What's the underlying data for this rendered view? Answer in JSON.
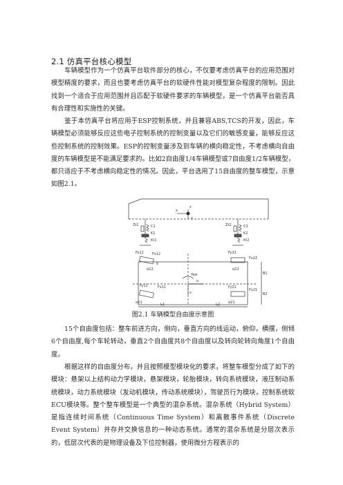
{
  "section": {
    "heading": "2.1 仿真平台核心模型"
  },
  "paragraphs": [
    "车辆模型作为一个仿真平台软件部分的核心，不仅要考虑仿真平台的应用范围对模型精度的要求，而且也要考虑仿真平台的软硬件性能对模型复杂程度的限制。因此找到一个适合于应用范围并且匹配于软硬件要求的车辆模型，是一个仿真平台能否具有合理性和实施性的关键。",
    "鉴于本仿真平台将应用于ESP控制系统，并且兼容ABS,TCS的开发，因此，车辆模型必须能够反应这些电子控制系统的控制变量以及它们的敏感变量，能够反应这些控制系统的控制效果。ESP的控制变量涉及到车辆的横向稳定性，不考虑横向自由度的车辆模型是不能满足要求的。比如2自由度1/4车辆模型或7自由度1/2车辆模型，都只适应于不考虑横向稳定性的情况。因此，平台选用了15自由度的整车模型，示意如图2.1。",
    "15个自由度包括：整车前进方向，侧向，垂直方向的线运动，俯仰，横摆，侧倾6个自由度,每个车轮转动，垂直2个自由度共8个自由度以及转向轮转向角度1个自由度。",
    "根据这样的自由度分布，并且按照模型模块化的要求，将整车模型分成了如下的模块：悬架以上结构动力学模块，悬架模块，轮胎模块，转向系统模块，液压制动系统模块，动力系统模块（发动机模块，传动系统模块），驾驶员行为模块，控制系统软ECU模块等。整个整车模型是一个典型的混杂系统。混杂系统（Hybrid System）是指连续时间系统（Continuous Time System）和离散事件系统（Discrete Event System）并存并交换信息的一种动态系统。通常的混杂系统是分层次表示的，低层次代表的是物理设备及下位控制器，使用微分方程表示的"
  ],
  "figure": {
    "caption": "图2.1 车辆模型自由度示意图",
    "labels": {
      "x": "x",
      "z": "z",
      "y": "y",
      "zt1": "Zt1",
      "c1": "C1",
      "k1": "K1",
      "kt1": "Kt1",
      "zt2": "Zt2",
      "c2": "C2",
      "k2": "K2",
      "kt2": "Kt2",
      "fy12": "Fy12",
      "fx12": "Fx12",
      "fy22": "Fy22",
      "fx22": "Fx22",
      "alpha12": "α12",
      "alpha22": "α22",
      "fy11": "Fy11",
      "fx11": "Fx11",
      "fy21": "Fy21",
      "fx21": "Fx21",
      "alpha11": "α11",
      "alpha21": "α21",
      "yaw": "Yaw",
      "u": "u",
      "v": "v",
      "b1": "B1",
      "b2": "B2",
      "delta": "δ",
      "l1": "L1",
      "l2": "L2"
    }
  }
}
